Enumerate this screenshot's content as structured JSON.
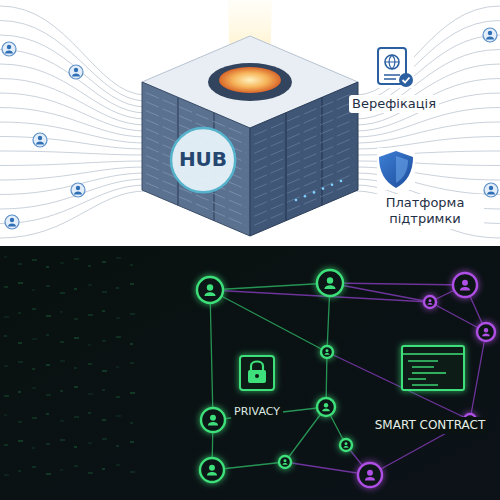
{
  "diagram": {
    "nodes": [
      {
        "text": [
          "HUB"
        ]
      }
    ],
    "labels": [
      "Верефікація",
      "Платформа підтримки",
      "PRIVACY",
      "SMART CONTRACT"
    ]
  }
}
